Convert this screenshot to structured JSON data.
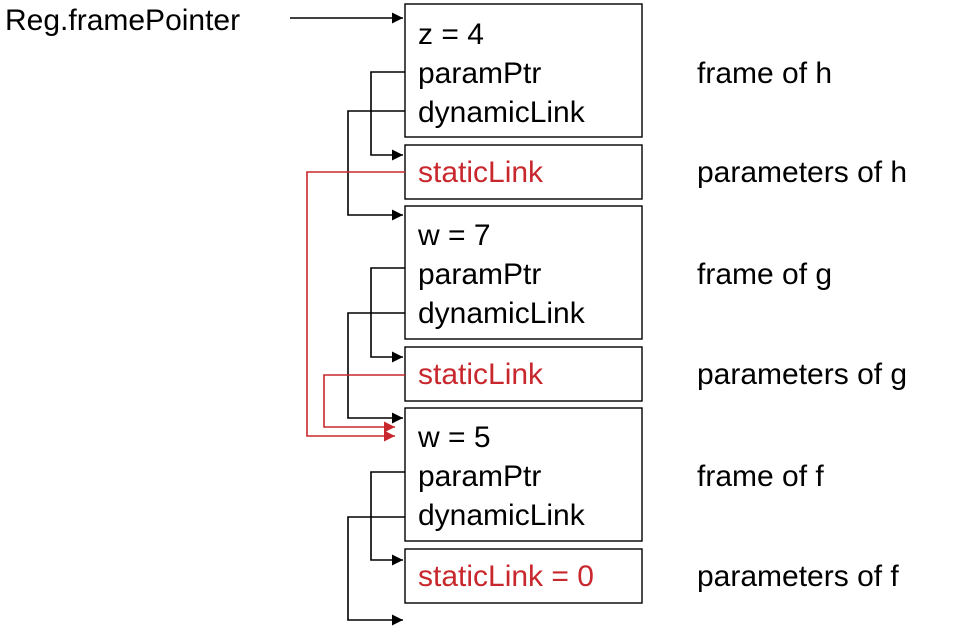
{
  "pointer_label": "Reg.framePointer",
  "colors": {
    "ink": "#000000",
    "static_link": "#c8282d"
  },
  "frames": [
    {
      "fields": [
        "z = 4",
        "paramPtr",
        "dynamicLink"
      ],
      "label": "frame of h",
      "params": {
        "field": "staticLink",
        "label": "parameters of h"
      }
    },
    {
      "fields": [
        "w = 7",
        "paramPtr",
        "dynamicLink"
      ],
      "label": "frame of g",
      "params": {
        "field": "staticLink",
        "label": "parameters of g"
      }
    },
    {
      "fields": [
        "w = 5",
        "paramPtr",
        "dynamicLink"
      ],
      "label": "frame of f",
      "params": {
        "field": "staticLink = 0",
        "label": "parameters of f"
      }
    }
  ]
}
